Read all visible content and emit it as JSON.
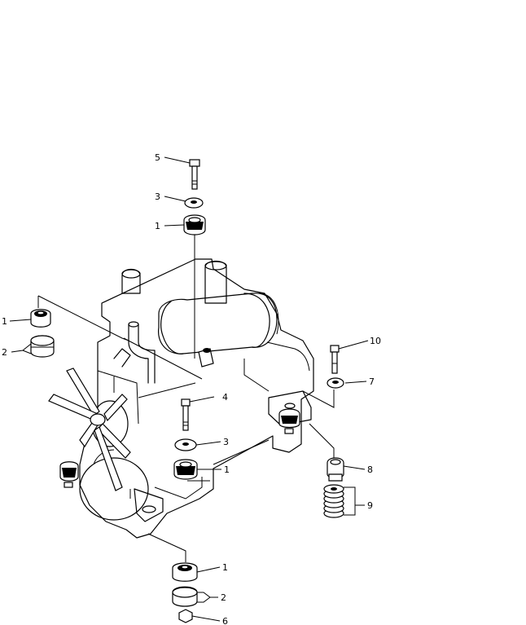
{
  "diagram": {
    "callouts": [
      {
        "id": "c5-top",
        "number": "5"
      },
      {
        "id": "c3-top",
        "number": "3"
      },
      {
        "id": "c1-top",
        "number": "1"
      },
      {
        "id": "c1-left",
        "number": "1"
      },
      {
        "id": "c2-left",
        "number": "2"
      },
      {
        "id": "c10",
        "number": "10"
      },
      {
        "id": "c7",
        "number": "7"
      },
      {
        "id": "c4",
        "number": "4"
      },
      {
        "id": "c3-mid",
        "number": "3"
      },
      {
        "id": "c1-mid",
        "number": "1"
      },
      {
        "id": "c8",
        "number": "8"
      },
      {
        "id": "c9",
        "number": "9"
      },
      {
        "id": "c1-bot",
        "number": "1"
      },
      {
        "id": "c2-bot",
        "number": "2"
      },
      {
        "id": "c6",
        "number": "6"
      }
    ],
    "colors": {
      "ink": "#000000",
      "paper": "#ffffff"
    }
  }
}
